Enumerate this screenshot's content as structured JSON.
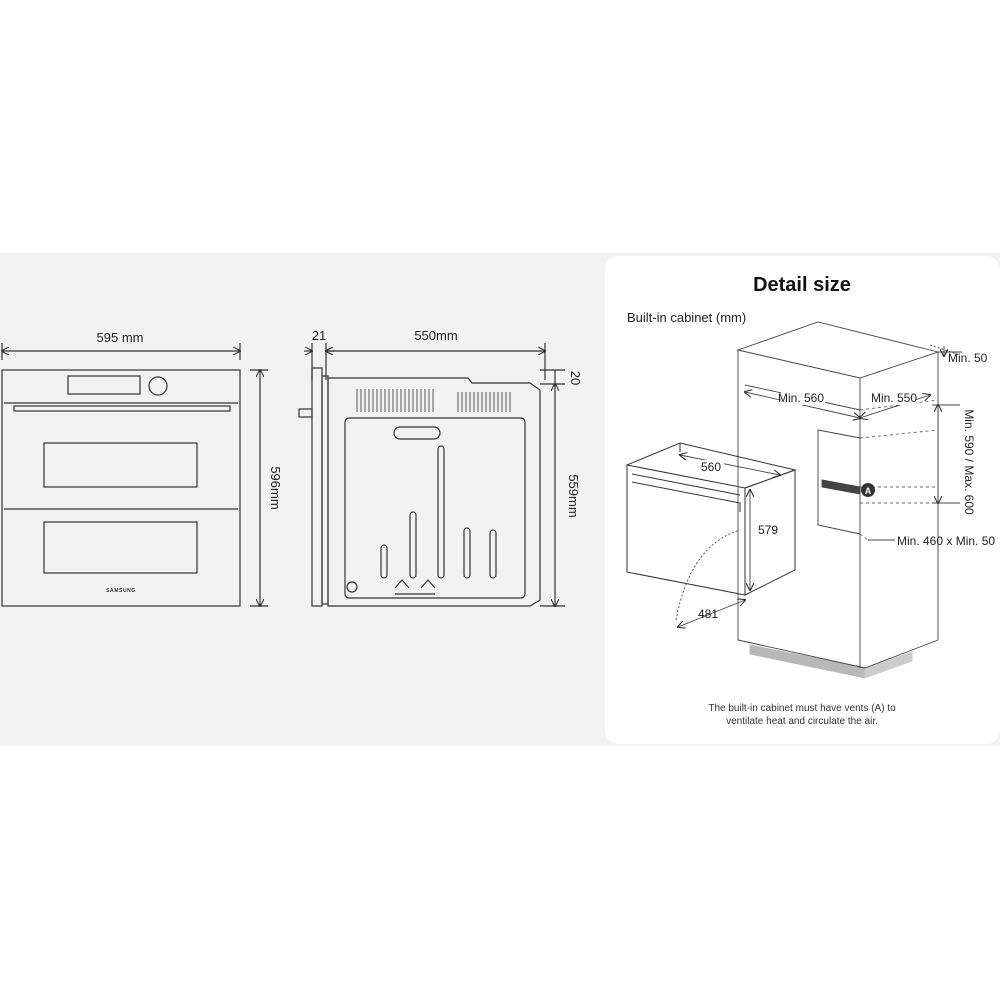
{
  "front_view": {
    "width_label": "595 mm",
    "height_label": "596mm",
    "brand_logo": "SAMSUNG"
  },
  "side_view": {
    "door_depth_label": "21",
    "depth_label": "550mm",
    "top_offset_label": "20",
    "body_height_label": "559mm"
  },
  "detail": {
    "title": "Detail size",
    "subtitle": "Built-in cabinet (mm)",
    "oven_width": "560",
    "oven_height": "579",
    "oven_depth": "481",
    "cabinet_width": "Min. 560",
    "cabinet_depth": "Min. 550",
    "clearance_top": "Min. 50",
    "cabinet_height": "Min. 590 / Max. 600",
    "vent_size": "Min. 460 x Min. 50",
    "vent_marker": "A",
    "caption_line1": "The built-in cabinet must have vents (A) to",
    "caption_line2": "ventilate heat and circulate the air."
  },
  "colors": {
    "left_bg": "#f2f2f2",
    "right_panel_bg": "#ffffff",
    "line": "#333333",
    "plinth": "#b8b8b8"
  }
}
